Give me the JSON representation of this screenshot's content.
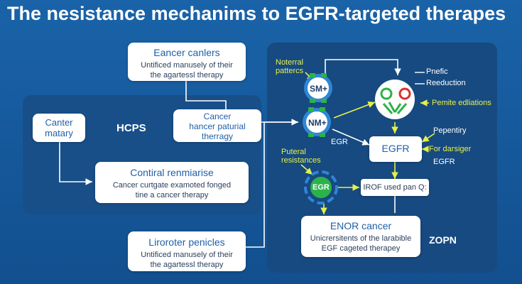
{
  "title": "The nesistance mechanims to EGFR-targeted therapes",
  "left_panel": {
    "label": "HCPS",
    "card_small": {
      "line1": "Canter",
      "line2": "matary"
    },
    "card_cancer": {
      "line1": "Cancer",
      "line2": "hancer paturial",
      "line3": "therragy"
    },
    "card_contiral": {
      "head": "Contiral renmiarise",
      "line1": "Cancer curtgate examoted fonged",
      "line2": "tine a cancer therapy"
    }
  },
  "card_top": {
    "head": "Eancer canlers",
    "line1": "Untificed manusely of their",
    "line2": "the agartessl therapy"
  },
  "card_bottom": {
    "head": "Liroroter penicles",
    "line1": "Untificed manusely of their",
    "line2": "the agartessl therapy"
  },
  "right_panel": {
    "label_noterral": [
      "Noterral",
      "patterсs"
    ],
    "node_smplus": "SM+",
    "node_nmplus": "NM+",
    "label_egr": "EGR",
    "label_pnefic": "Pnefic",
    "label_reeduction": "Reeduction",
    "label_pemite": "Pemite edliations",
    "egfr_box": "EGFR",
    "label_pepentiry": "Pepentiry",
    "label_for_darsiger": "For darsiger",
    "label_egfr_small": "EGFR",
    "label_puteral": [
      "Puteral",
      "resistances"
    ],
    "node_egr": "EGR",
    "irof_box": "IROF used pan Q:",
    "card_enor": {
      "head": "ENOR cancer",
      "line1": "Unicrersitents of the larabible",
      "line2": "EGF cageted therapey"
    },
    "label_zopn": "ZOPN"
  },
  "colors": {
    "background": "#1a63a8",
    "panel": "#184f88",
    "arrow_white": "#ffffff",
    "arrow_yellow": "#e6f04a",
    "node_green": "#2bb34a",
    "node_blue": "#2f86d6",
    "ring_red": "#d93030"
  }
}
